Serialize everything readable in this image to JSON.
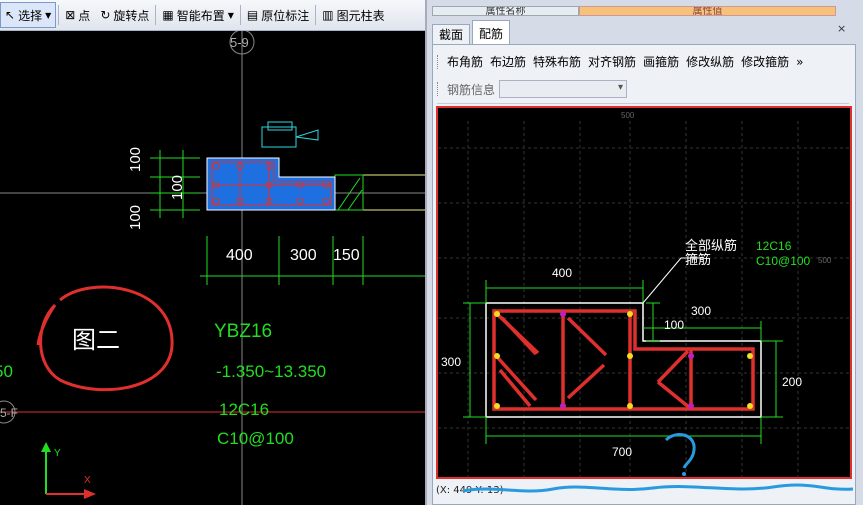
{
  "toolbar": {
    "select": "选择",
    "point": "点",
    "rotate_point": "旋转点",
    "smart_layout": "智能布置",
    "original_annotation": "原位标注",
    "element_table": "图元柱表"
  },
  "canvas": {
    "axis_top": "5-9",
    "axis_left": "5-F",
    "dim_100a": "100",
    "dim_100b": "100",
    "dim_100c": "100",
    "dim_400": "400",
    "dim_300": "300",
    "dim_150": "150",
    "annotation_circle": "图二",
    "element_name": "YBZ16",
    "elevation": "-1.350~13.350",
    "long_bars": "12C16",
    "stirrups": "C10@100",
    "left_edge_text": "50",
    "axis_y": "Y",
    "axis_x": "X",
    "colors": {
      "red": "#e0302d",
      "green": "#22dd22",
      "blue": "#1e6fe0",
      "cyan": "#2fd6e0"
    }
  },
  "right": {
    "prop_name_header": "属性名称",
    "prop_value_header": "属性值",
    "tabs": [
      "截面",
      "配筋"
    ],
    "active_tab": "配筋",
    "close_symbol": "×",
    "buttons": [
      "布角筋",
      "布边筋",
      "特殊布筋",
      "对齐钢筋",
      "画箍筋",
      "修改纵筋",
      "修改箍筋"
    ],
    "more": "»",
    "rebar_info_label": "钢筋信息",
    "rebar_info_value": "",
    "drawing": {
      "label_all_long": "全部纵筋",
      "label_stirrup": "箍筋",
      "value_long": "12C16",
      "value_stirrup": "C10@100",
      "dim_400": "400",
      "dim_100": "100",
      "dim_300": "300",
      "dim_300_left": "300",
      "dim_200": "200",
      "dim_700": "700",
      "grid_top": "500",
      "grid_right": "500",
      "question_mark": "?"
    },
    "status": "(X: 449 Y: 13)"
  }
}
